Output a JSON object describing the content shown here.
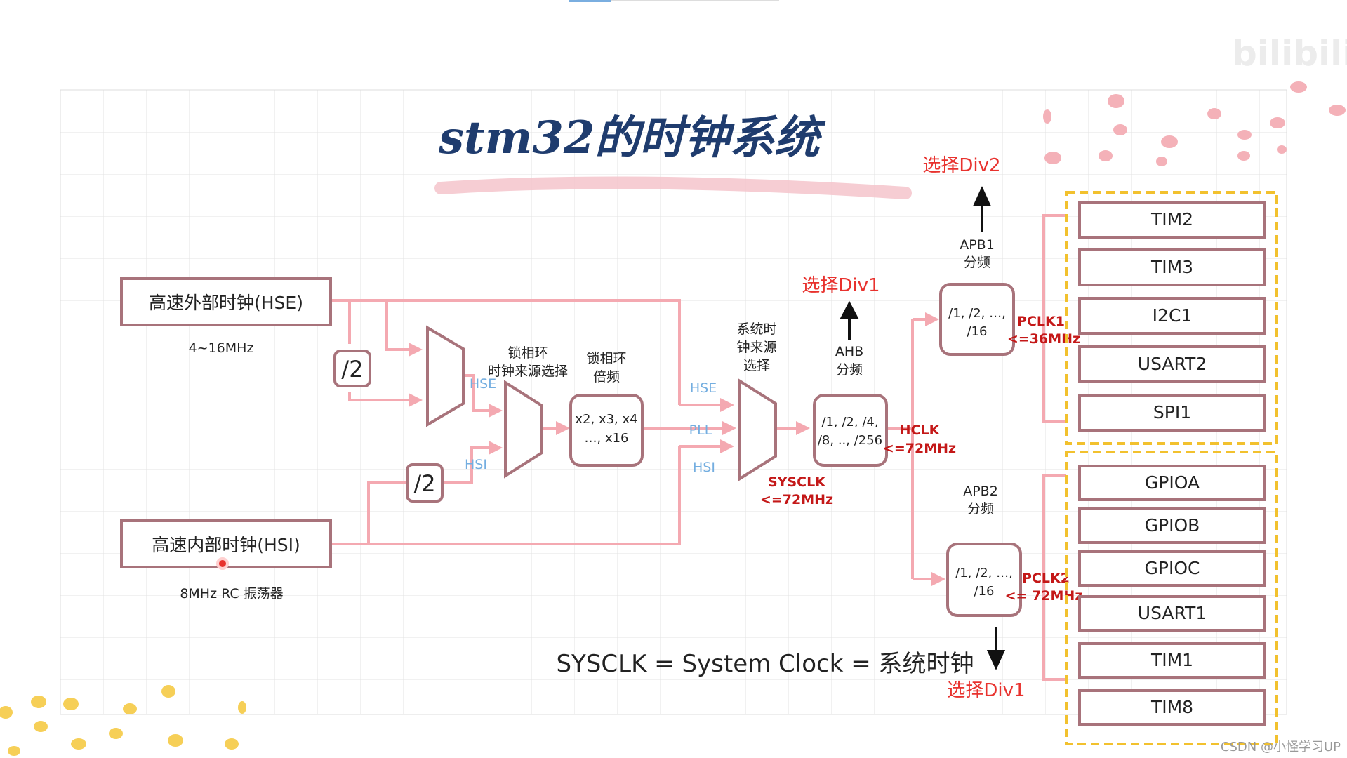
{
  "title": "stm32的时钟系统",
  "hse": {
    "label": "高速外部时钟(HSE)",
    "freq": "4~16MHz"
  },
  "hsi": {
    "label": "高速内部时钟(HSI)",
    "freq": "8MHz RC 振荡器"
  },
  "div2_a": "/2",
  "div2_b": "/2",
  "pll_src": {
    "label_1": "锁相环",
    "label_2": "时钟来源选择",
    "in_hse": "HSE",
    "in_hsi": "HSI"
  },
  "pll_mul": {
    "label_1": "锁相环",
    "label_2": "倍频",
    "text_1": "x2, x3, x4",
    "text_2": "…, x16"
  },
  "sys_src": {
    "label_1": "系统时",
    "label_2": "钟来源",
    "label_3": "选择",
    "in_hse": "HSE",
    "in_pll": "PLL",
    "in_hsi": "HSI",
    "out_1": "SYSCLK",
    "out_2": "<=72MHz"
  },
  "ahb": {
    "label_1": "AHB",
    "label_2": "分频",
    "text_1": "/1, /2, /4,",
    "text_2": "/8, .., /256",
    "select": "选择Div1",
    "out_1": "HCLK",
    "out_2": "<=72MHz"
  },
  "apb1": {
    "label_1": "APB1",
    "label_2": "分频",
    "text_1": "/1, /2, …,",
    "text_2": "/16",
    "select": "选择Div2",
    "out_1": "PCLK1",
    "out_2": "<=36MHz"
  },
  "apb2": {
    "label_1": "APB2",
    "label_2": "分频",
    "text_1": "/1, /2, …,",
    "text_2": "/16",
    "select": "选择Div1",
    "out_1": "PCLK2",
    "out_2": "<= 72MHz"
  },
  "apb1_periph": [
    "TIM2",
    "TIM3",
    "I2C1",
    "USART2",
    "SPI1"
  ],
  "apb2_periph": [
    "GPIOA",
    "GPIOB",
    "GPIOC",
    "USART1",
    "TIM1",
    "TIM8"
  ],
  "formula": "SYSCLK = System Clock = 系统时钟",
  "watermark": "CSDN @小怪学习UP",
  "logo": "bilibili",
  "colors": {
    "line": "#f4a9b1",
    "box": "#a8737b",
    "yellow": "#f2c12e",
    "blue_text": "#74aee0",
    "red_text": "#e8322e"
  }
}
